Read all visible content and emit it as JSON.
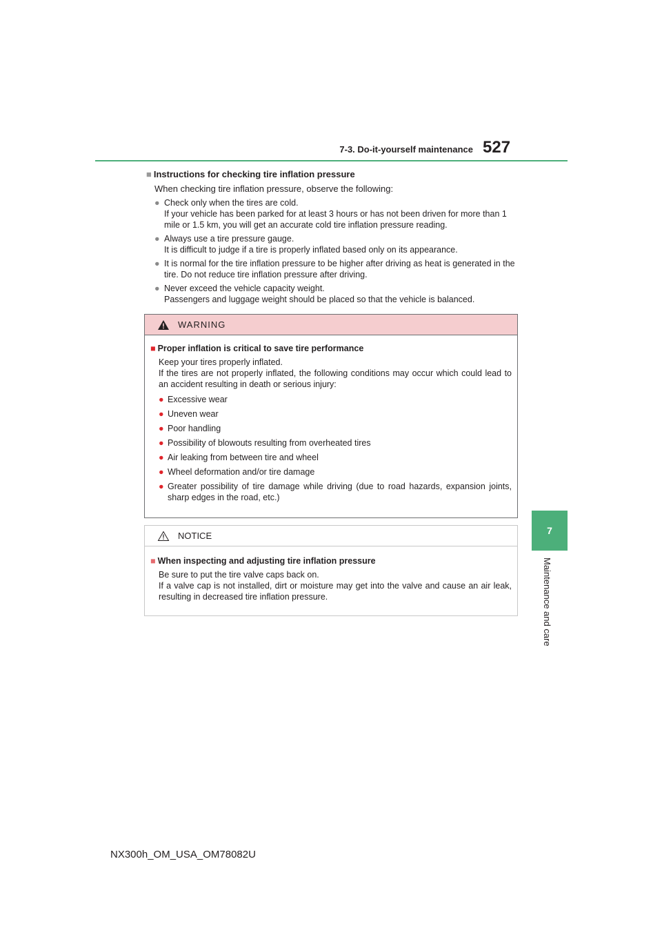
{
  "header": {
    "section": "7-3. Do-it-yourself maintenance",
    "page_number": "527"
  },
  "chapter": {
    "number": "7",
    "title": "Maintenance and care"
  },
  "main": {
    "title": "Instructions for checking tire inflation pressure",
    "intro": "When checking tire inflation pressure, observe the following:",
    "items": [
      {
        "head": "Check only when the tires are cold.",
        "body": "If your vehicle has been parked for at least 3 hours or has not been driven for more than 1 mile or 1.5 km, you will get an accurate cold tire inflation pressure reading."
      },
      {
        "head": "Always use a tire pressure gauge.",
        "body": "It is difficult to judge if a tire is properly inflated based only on its appearance."
      },
      {
        "head": "It is normal for the tire inflation pressure to be higher after driving as heat is generated in the tire. Do not reduce tire inflation pressure after driving.",
        "body": ""
      },
      {
        "head": "Never exceed the vehicle capacity weight.",
        "body": "Passengers and luggage weight should be placed so that the vehicle is balanced."
      }
    ]
  },
  "warning": {
    "label": "WARNING",
    "subtitle": "Proper inflation is critical to save tire performance",
    "text1": "Keep your tires properly inflated.",
    "text2": "If the tires are not properly inflated, the following conditions may occur which could lead to an accident resulting in death or serious injury:",
    "items": [
      "Excessive wear",
      "Uneven wear",
      "Poor handling",
      "Possibility of blowouts resulting from overheated tires",
      "Air leaking from between tire and wheel",
      "Wheel deformation and/or tire damage",
      "Greater possibility of tire damage while driving (due to road hazards, expansion joints, sharp edges in the road, etc.)"
    ]
  },
  "notice": {
    "label": "NOTICE",
    "subtitle": "When inspecting and adjusting tire inflation pressure",
    "text1": "Be sure to put the tire valve caps back on.",
    "text2": "If a valve cap is not installed, dirt or moisture may get into the valve and cause an air leak, resulting in decreased tire inflation pressure."
  },
  "footer": {
    "doc_id": "NX300h_OM_USA_OM78082U"
  },
  "colors": {
    "accent_green": "#4caf7a",
    "warning_bg": "#f5cdcf",
    "warning_red": "#e0252b"
  }
}
